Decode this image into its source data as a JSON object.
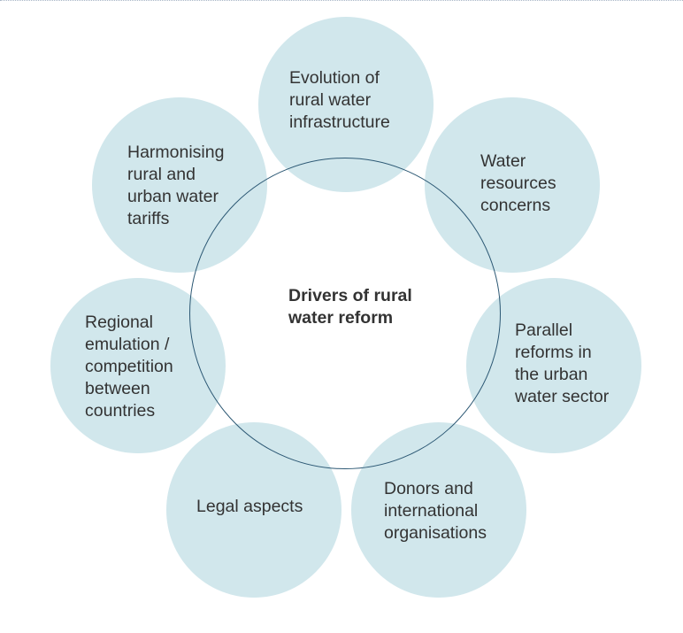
{
  "diagram": {
    "title": "Drivers of rural water reform",
    "center_label": "Drivers of rural\nwater reform",
    "colors": {
      "bubble_fill": "#d1e7ec",
      "ring_stroke": "#2c5874",
      "text": "#333333"
    },
    "drivers": [
      {
        "label": "Evolution of\nrural water\ninfrastructure"
      },
      {
        "label": "Water\nresources\nconcerns"
      },
      {
        "label": "Parallel\nreforms in\nthe urban\nwater sector"
      },
      {
        "label": "Donors and\ninternational\norganisations"
      },
      {
        "label": "Legal aspects"
      },
      {
        "label": "Regional\nemulation /\ncompetition\nbetween\ncountries"
      },
      {
        "label": "Harmonising\nrural and\nurban water\ntariffs"
      }
    ]
  }
}
